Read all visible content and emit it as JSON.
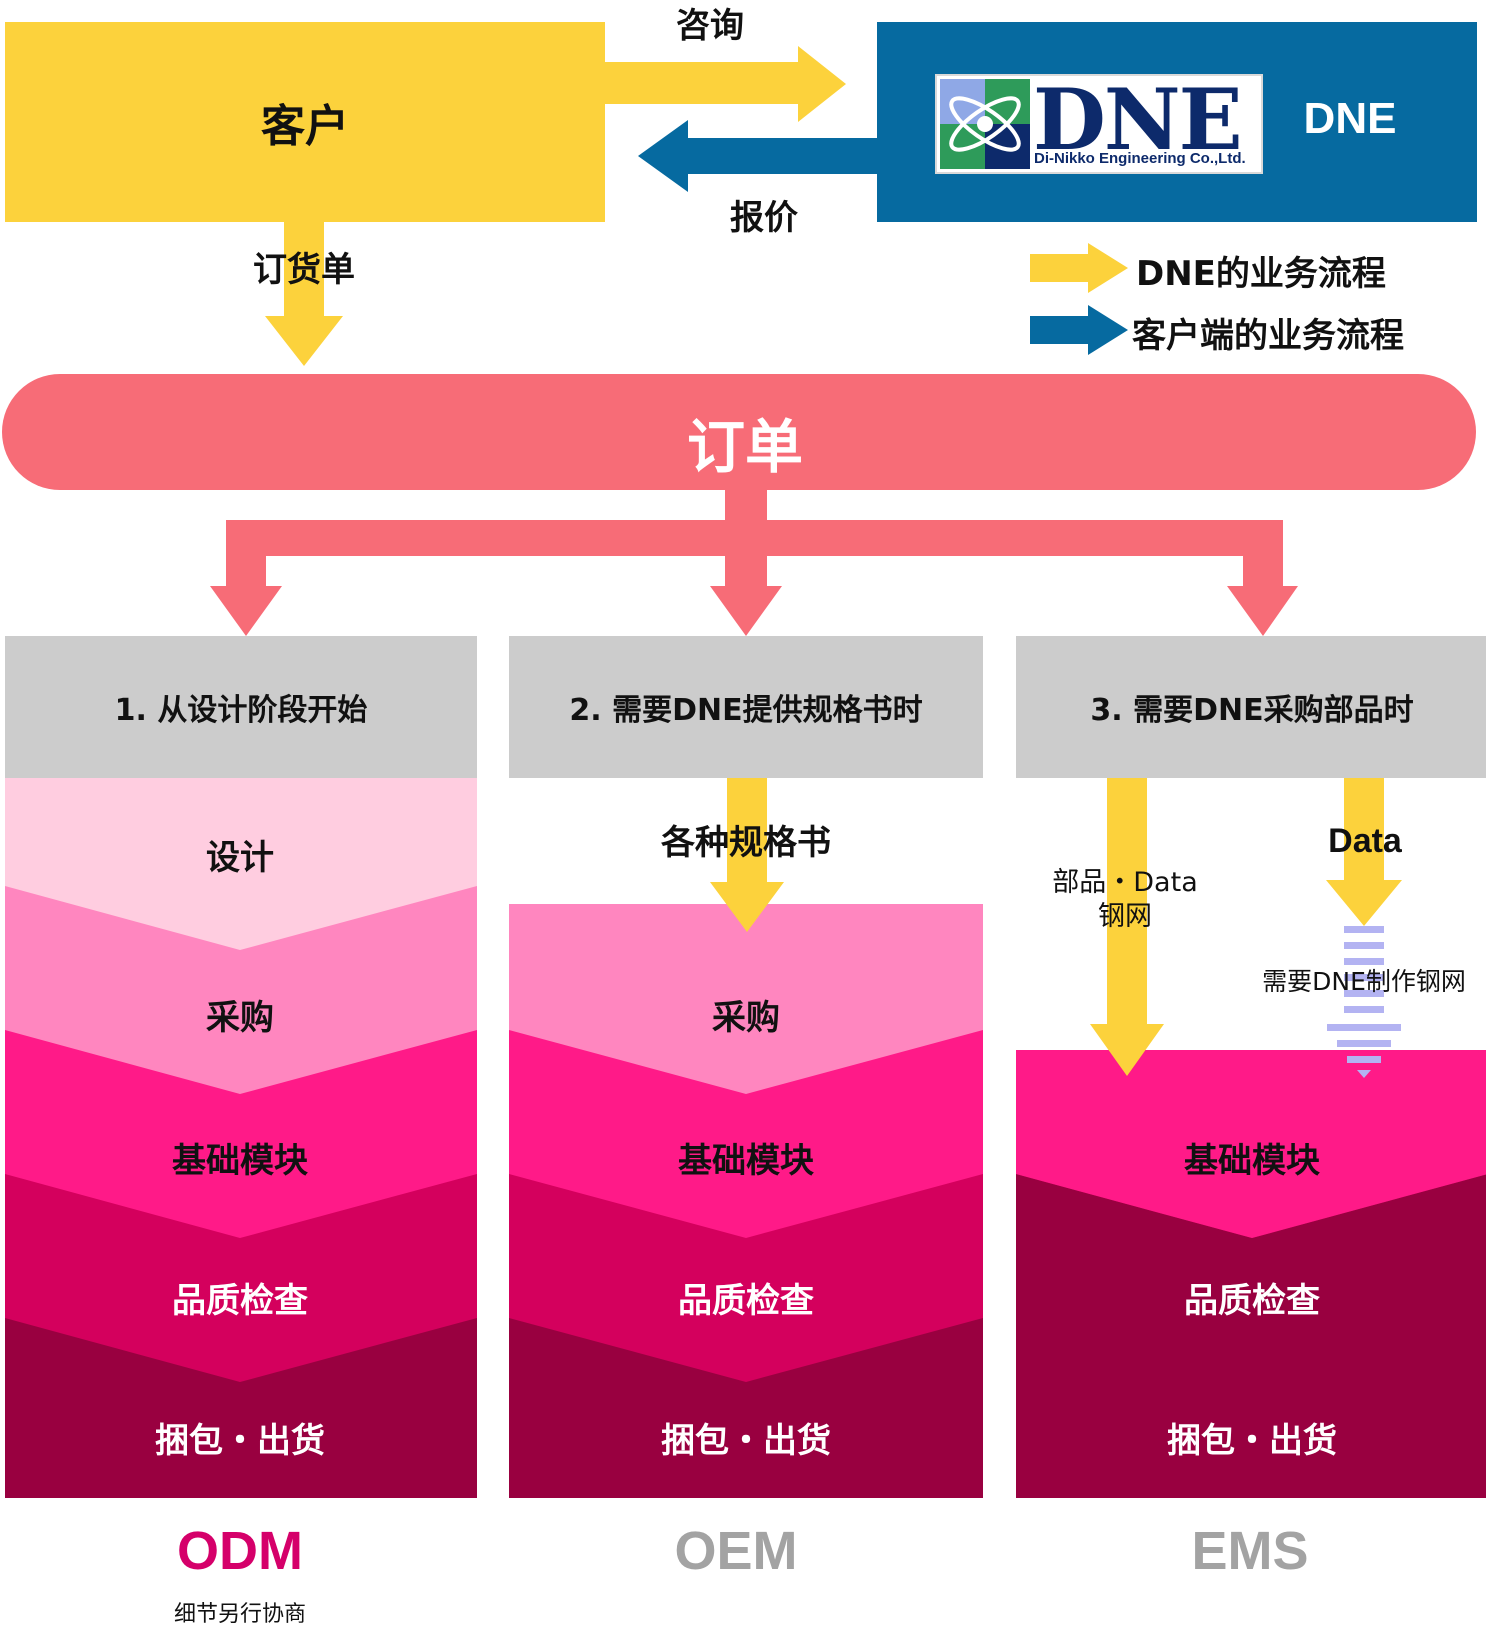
{
  "colors": {
    "yellow": "#fcd23c",
    "blue": "#066aa0",
    "coral": "#f76c77",
    "gray": "#cccccc",
    "light_pink": "#ffcde0",
    "pink": "#ff86bf",
    "magenta": "#ff1a88",
    "crimson": "#d4005d",
    "wine": "#990040",
    "odm_label": "#d5006a",
    "muted_label": "#a3a3a3"
  },
  "top": {
    "customer": "客户",
    "dne": "DNE",
    "inquiry": "咨询",
    "quote": "报价",
    "purchase_order": "订货单",
    "logo_text": "DNE",
    "logo_subtitle": "Di-Nikko Engineering Co.,Ltd."
  },
  "legend": {
    "items": [
      {
        "label": "DNE的业务流程",
        "color": "#fcd23c"
      },
      {
        "label": "客户端的业务流程",
        "color": "#066aa0"
      }
    ]
  },
  "order_bar": {
    "label": "订单"
  },
  "columns": [
    {
      "header": "1. 从设计阶段开始",
      "steps": [
        "设计",
        "采购",
        "基础模块",
        "品质检查",
        "捆包・出货"
      ],
      "footer": "ODM",
      "footnote": "细节另行协商"
    },
    {
      "header": "2. 需要DNE提供规格书时",
      "input_label": "各种规格书",
      "steps": [
        "采购",
        "基础模块",
        "品质检查",
        "捆包・出货"
      ],
      "footer": "OEM"
    },
    {
      "header": "3. 需要DNE采购部品时",
      "input_left": "部品・Data\n钢网",
      "input_right": "Data",
      "input_right_note": "需要DNE制作钢网",
      "steps": [
        "基础模块",
        "品质检查",
        "捆包・出货"
      ],
      "footer": "EMS"
    }
  ]
}
